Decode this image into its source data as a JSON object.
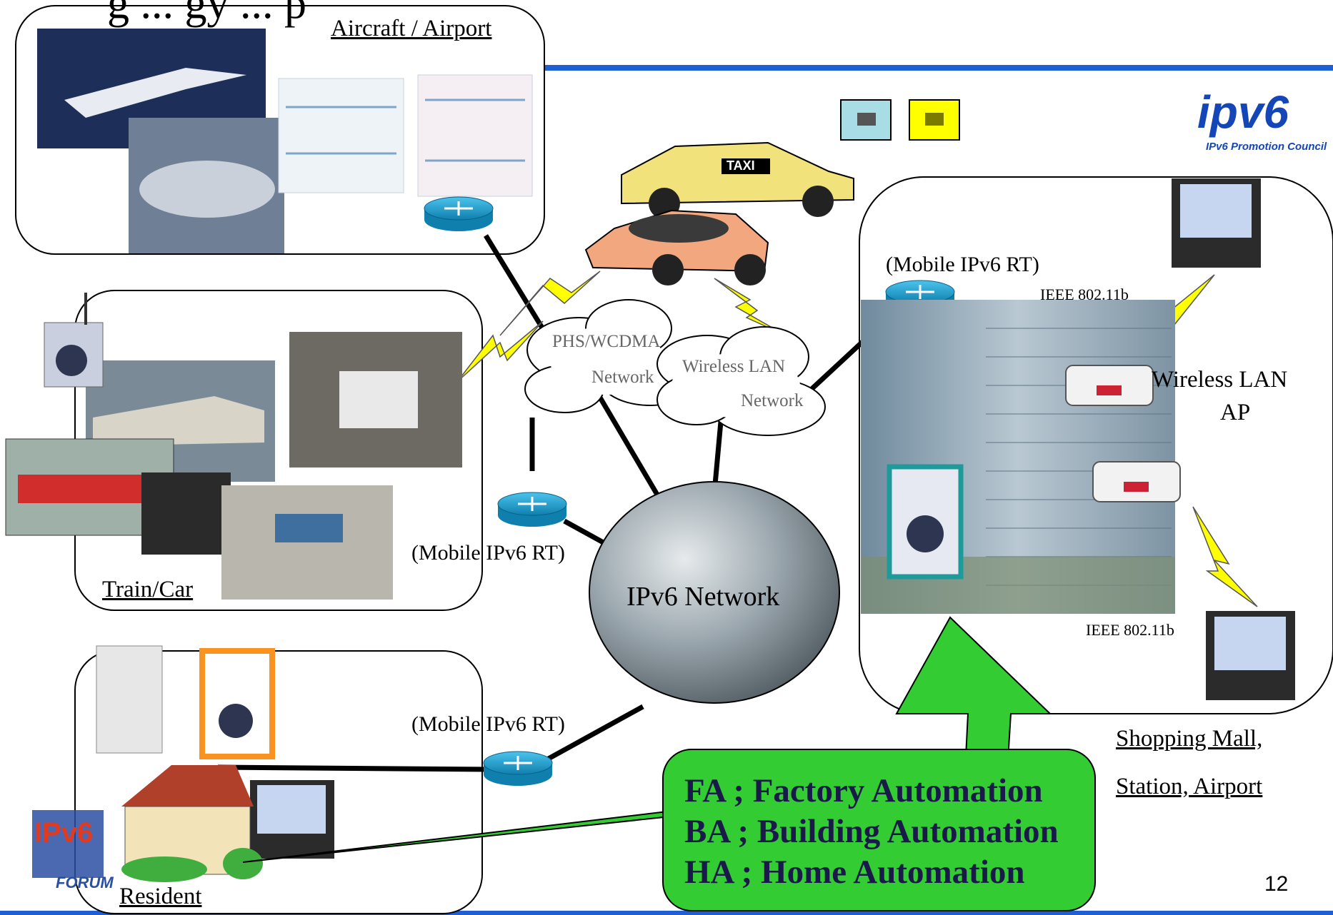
{
  "title_fragment": "g ... gy ... p",
  "regions": {
    "aircraft": "Aircraft / Airport",
    "train": "Train/Car",
    "resident": "Resident",
    "mall_line1": "Shopping Mall,",
    "mall_line2": "Station, Airport"
  },
  "routers": {
    "mobile_rt_left": "(Mobile IPv6 RT)",
    "mobile_rt_bottom": "(Mobile IPv6 RT)",
    "mobile_rt_right": "(Mobile IPv6 RT)"
  },
  "clouds": {
    "phs_line1": "PHS/WCDMA",
    "phs_line2": "Network",
    "wlan_line1": "Wireless LAN",
    "wlan_line2": "Network"
  },
  "core": {
    "label": "IPv6 Network"
  },
  "wireless": {
    "ieee_top": "IEEE 802.11b",
    "ieee_bottom": "IEEE 802.11b",
    "ap_line1": "Wireless LAN",
    "ap_line2": "AP"
  },
  "callout": {
    "line1": "FA ; Factory Automation",
    "line2": "BA ; Building Automation",
    "line3": "HA ; Home Automation"
  },
  "logos": {
    "ipv6_forum_mark": "IPv6",
    "ipv6_forum_word": "FORUM",
    "council_mark": "ipv6",
    "council_word": "IPv6 Promotion Council",
    "taxi_sign": "TAXI"
  },
  "page_number": "12",
  "colors": {
    "blue_rule": "#1f5fd6",
    "callout_fill": "#33cc33",
    "lightning": "#ffff00",
    "router": "#1a9fd0",
    "core_sphere": "#8e9ba3"
  }
}
